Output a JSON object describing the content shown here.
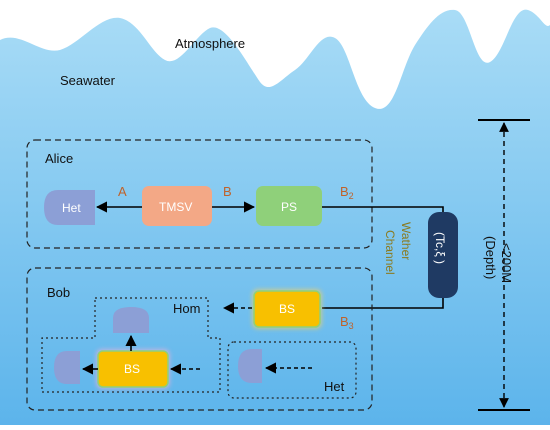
{
  "scene": {
    "atmosphere_label": "Atmosphere",
    "seawater_label": "Seawater",
    "depth_label": "<200M",
    "depth_note": "(Depth)"
  },
  "alice": {
    "title": "Alice",
    "het": "Het",
    "tmsv": "TMSV",
    "ps": "PS",
    "port_a": "A",
    "port_b": "B",
    "port_b2_main": "B",
    "port_b2_sub": "2"
  },
  "channel": {
    "label": "(Tc,ξ )",
    "name_line1": "Wather",
    "name_line2": "Channel"
  },
  "bob": {
    "title": "Bob",
    "bs_main": "BS",
    "port_b3_main": "B",
    "port_b3_sub": "3",
    "hom_label": "Hom",
    "bs_hom": "BS",
    "het_label": "Het"
  },
  "colors": {
    "sky": "#ffffff",
    "sea_top": "#a9dcf6",
    "sea_bottom": "#5cb4eb",
    "het_box": "#8c9fd6",
    "tmsv_box": "#f3a886",
    "ps_box": "#8fd07a",
    "bs_box": "#f8c000",
    "channel_box": "#1f3a63"
  }
}
